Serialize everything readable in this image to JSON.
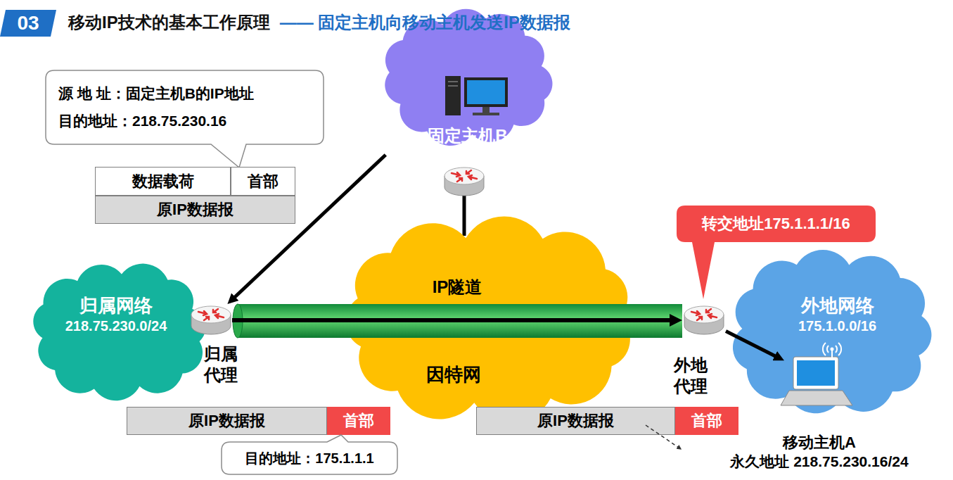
{
  "diagram": {
    "title": "移动IP技术的基本工作原理",
    "nodes": [
      {
        "text": [
          "源 地 址：固定主机B的IP地址",
          "目的地址：218.75.230.16"
        ]
      },
      {
        "text": [
          "数据载荷"
        ]
      },
      {
        "text": [
          "首部"
        ]
      },
      {
        "text": [
          "原IP数据报"
        ]
      },
      {
        "text": [
          "固定主机B"
        ]
      },
      {
        "text": [
          "转交地址175.1.1.1/16"
        ]
      },
      {
        "text": [
          "归属网络",
          "218.75.230.0/24"
        ]
      },
      {
        "text": [
          "归属 代理"
        ]
      },
      {
        "text": [
          "因特网"
        ]
      },
      {
        "text": [
          "外地 代理"
        ]
      },
      {
        "text": [
          "外地网络",
          "175.1.0.0/16"
        ]
      },
      {
        "text": [
          "移动主机A",
          "永久地址 218.75.230.16/24"
        ],
        "in": 10
      },
      {
        "text": [
          "原IP数据报"
        ]
      },
      {
        "text": [
          "首部"
        ]
      },
      {
        "text": [
          "目的地址：175.1.1.1"
        ]
      },
      {
        "text": [
          "原IP数据报"
        ]
      },
      {
        "text": [
          "首部"
        ]
      }
    ],
    "edges": [
      {
        "from": 4,
        "to": 7,
        "arrow": "to"
      },
      {
        "from": 7,
        "to": 9,
        "label": "IP隧道",
        "arrow": "to"
      },
      {
        "from": 9,
        "to": 11,
        "arrow": "to"
      }
    ],
    "labels": [
      "03",
      "—— 固定主机向移动主机发送IP数据报"
    ]
  }
}
